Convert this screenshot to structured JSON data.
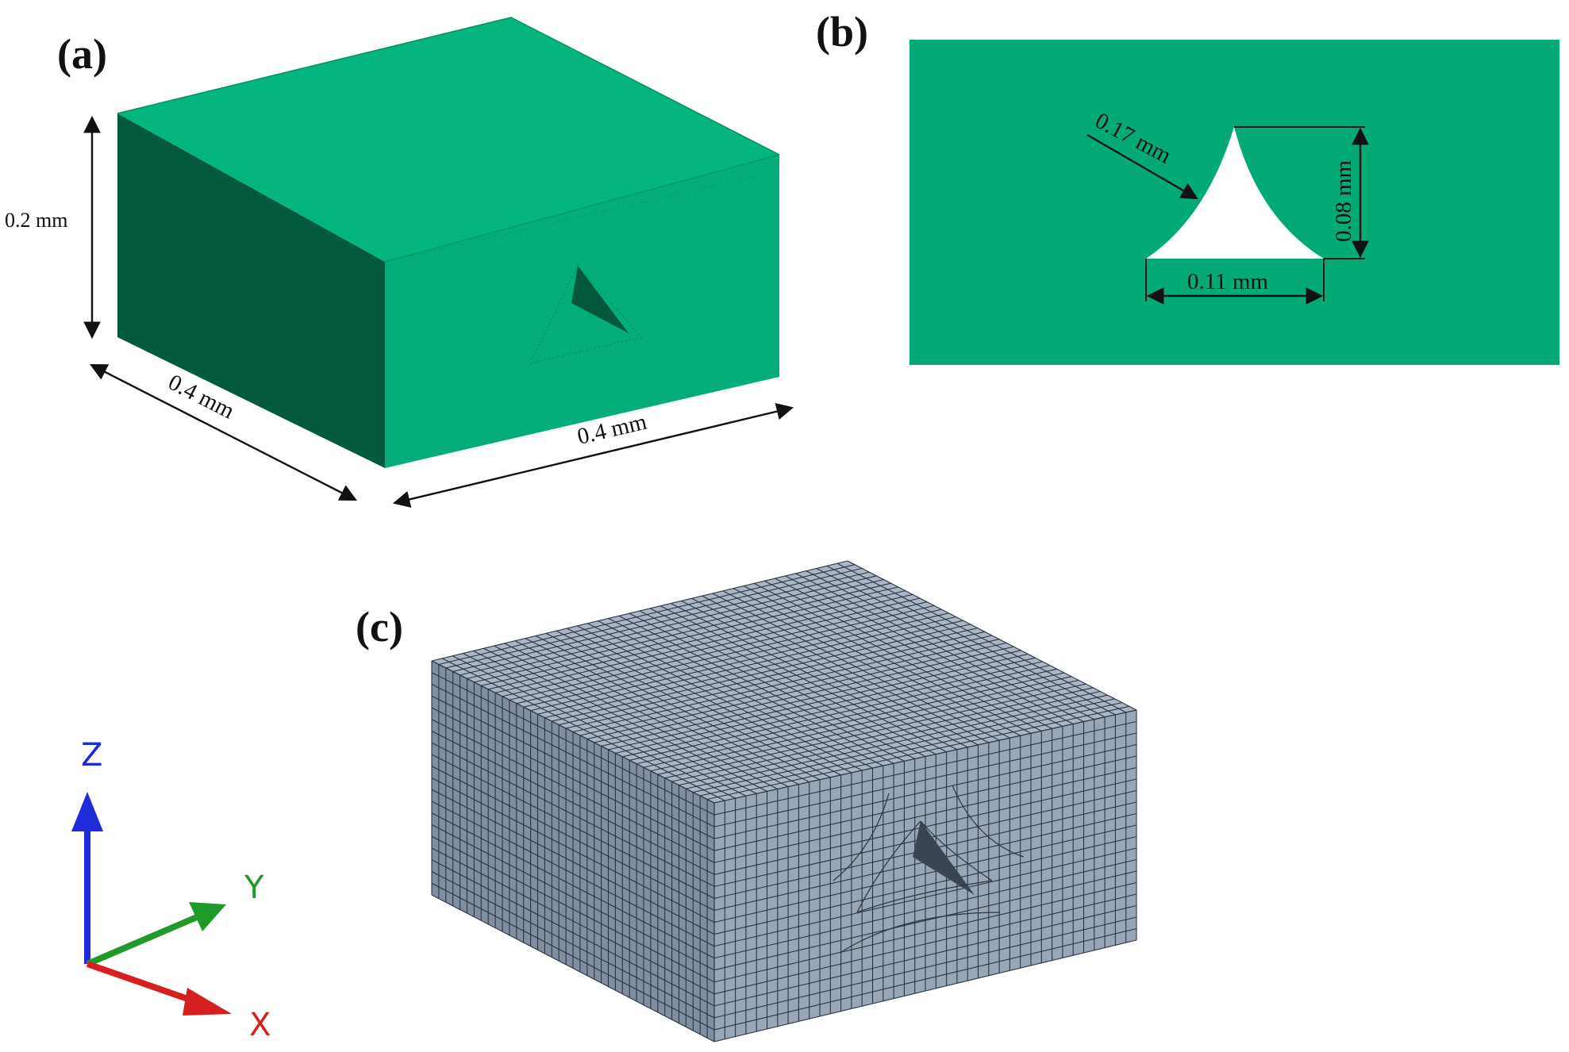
{
  "panels": {
    "a": {
      "label": "(a)",
      "height_label": "0.2 mm",
      "depth_label": "0.4 mm",
      "width_label": "0.4 mm"
    },
    "b": {
      "label": "(b)",
      "radius_label": "0.17 mm",
      "height_label": "0.08 mm",
      "base_label": "0.11 mm"
    },
    "c": {
      "label": "(c)"
    }
  },
  "axes": {
    "z_label": "Z",
    "y_label": "Y",
    "x_label": "X",
    "colors": {
      "z": "#1f2bd6",
      "y": "#1f9a2a",
      "x": "#d61f1f"
    }
  },
  "colors": {
    "solid_top": "#05b57f",
    "solid_front": "#04ad79",
    "solid_side": "#035a3d",
    "section": "#03aa78",
    "mesh_top": "#a9b6c6",
    "mesh_front": "#98a7b8",
    "mesh_side": "#7f8ea0",
    "mesh_line": "#2b3440"
  }
}
